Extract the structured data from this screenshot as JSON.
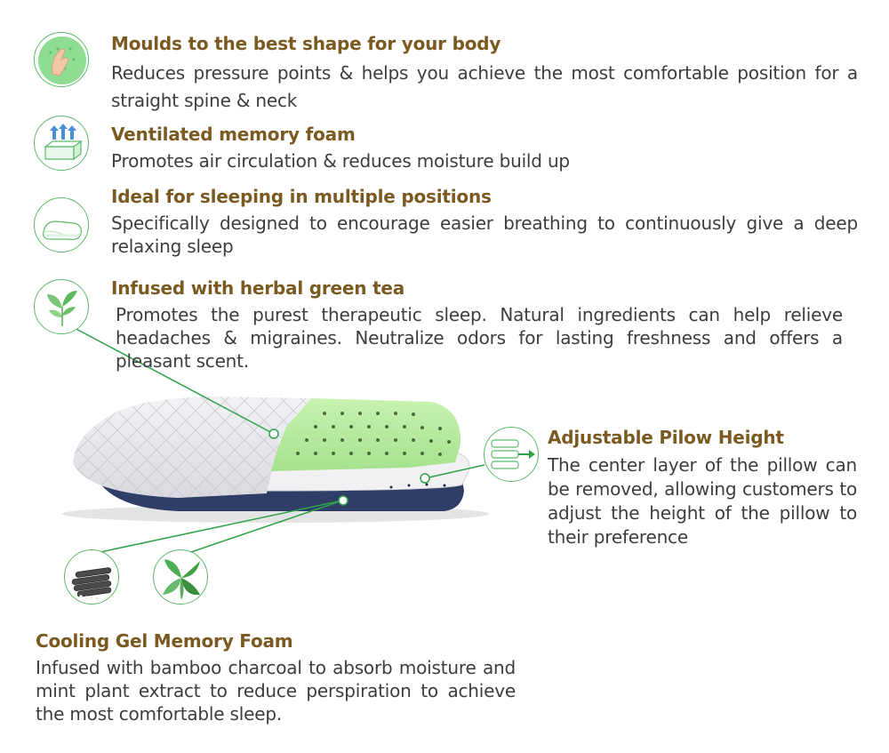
{
  "features": [
    {
      "title": "Moulds to the best shape for your body",
      "text": "Reduces pressure points & helps you achieve the most comfortable position for a straight spine & neck",
      "icon": "hand-press-foam-icon"
    },
    {
      "title": "Ventilated memory foam",
      "text": "Promotes air circulation & reduces moisture build up",
      "icon": "airflow-arrows-icon"
    },
    {
      "title": "Ideal for sleeping in multiple positions",
      "text": "Specifically designed to encourage easier breathing to continuously give a deep relaxing sleep",
      "icon": "pillow-outline-icon"
    },
    {
      "title": "Infused with herbal green tea",
      "text": "Promotes the purest therapeutic sleep. Natural ingredients can help relieve headaches & migraines. Neutralize odors for lasting freshness and offers a pleasant scent.",
      "icon": "green-tea-leaf-icon"
    }
  ],
  "adjustable": {
    "title": "Adjustable Pilow Height",
    "text": "The center layer of the pillow can be removed, allowing customers to adjust the height of the pillow to their preference",
    "icon": "layers-arrow-icon"
  },
  "cooling": {
    "title": "Cooling Gel Memory Foam",
    "text": "Infused with bamboo charcoal to absorb moisture and mint plant extract to reduce perspiration to achieve the most comfortable sleep.",
    "icons": [
      "bamboo-charcoal-icon",
      "mint-leaf-icon"
    ]
  },
  "colors": {
    "heading": "#7a5a20",
    "body_text": "#3d3d3d",
    "accent_green": "#5bb96b",
    "foam_green": "#b6ea9e",
    "base_navy": "#2f3e66",
    "cover_gray": "#e6e6ea"
  }
}
